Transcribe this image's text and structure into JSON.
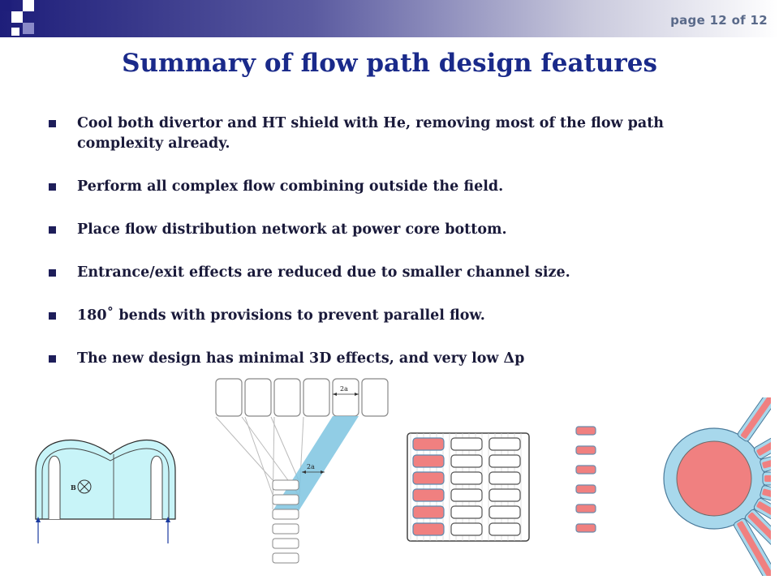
{
  "slide": {
    "page_label": "page 12 of 12",
    "title": "Summary of flow path design features",
    "bullets": [
      "Cool both divertor and HT shield with He, removing most of the flow path complexity already.",
      "Perform all complex flow combining outside the field.",
      "Place flow distribution network at power core bottom.",
      "Entrance/exit effects are reduced due to smaller channel size.",
      "180˚ bends with provisions to prevent parallel flow.",
      "The new design has minimal 3D effects, and very low Δp"
    ]
  },
  "figures": {
    "divertor_label": "B",
    "channel_top_label": "2a",
    "channel_bottom_label": "2a"
  },
  "colors": {
    "title": "#1a2a8a",
    "coolant_fill": "#c8f4f8",
    "channel_blue": "#7ec4e0",
    "channel_red": "#f08080"
  }
}
